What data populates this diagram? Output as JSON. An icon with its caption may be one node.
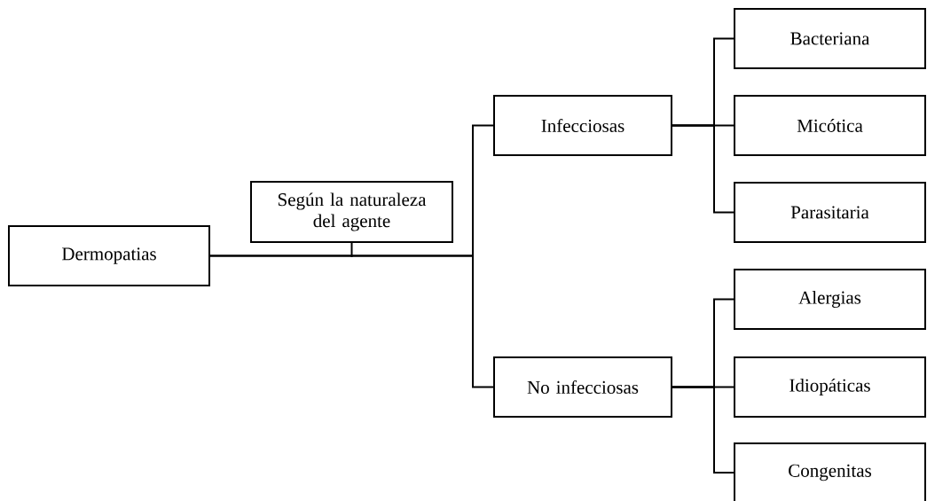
{
  "diagram": {
    "nodes": [
      {
        "text": [
          "Dermopatias"
        ]
      },
      {
        "text": [
          "Según la naturaleza del agente"
        ]
      },
      {
        "text": [
          "Infecciosas"
        ]
      },
      {
        "text": [
          "No infecciosas"
        ]
      },
      {
        "text": [
          "Bacteriana"
        ]
      },
      {
        "text": [
          "Micótica"
        ]
      },
      {
        "text": [
          "Parasitaria"
        ]
      },
      {
        "text": [
          "Alergias"
        ]
      },
      {
        "text": [
          "Idiopáticas"
        ]
      },
      {
        "text": [
          "Congenitas"
        ]
      }
    ],
    "edges": [
      {
        "from": 1,
        "to": null,
        "arrow": "none"
      },
      {
        "from": 0,
        "to": 2,
        "arrow": "none"
      },
      {
        "from": 0,
        "to": 3,
        "arrow": "none"
      },
      {
        "from": 2,
        "to": 4,
        "arrow": "none"
      },
      {
        "from": 2,
        "to": 5,
        "arrow": "none"
      },
      {
        "from": 2,
        "to": 6,
        "arrow": "none"
      },
      {
        "from": 3,
        "to": 7,
        "arrow": "none"
      },
      {
        "from": 3,
        "to": 8,
        "arrow": "none"
      },
      {
        "from": 3,
        "to": 9,
        "arrow": "none"
      }
    ]
  }
}
